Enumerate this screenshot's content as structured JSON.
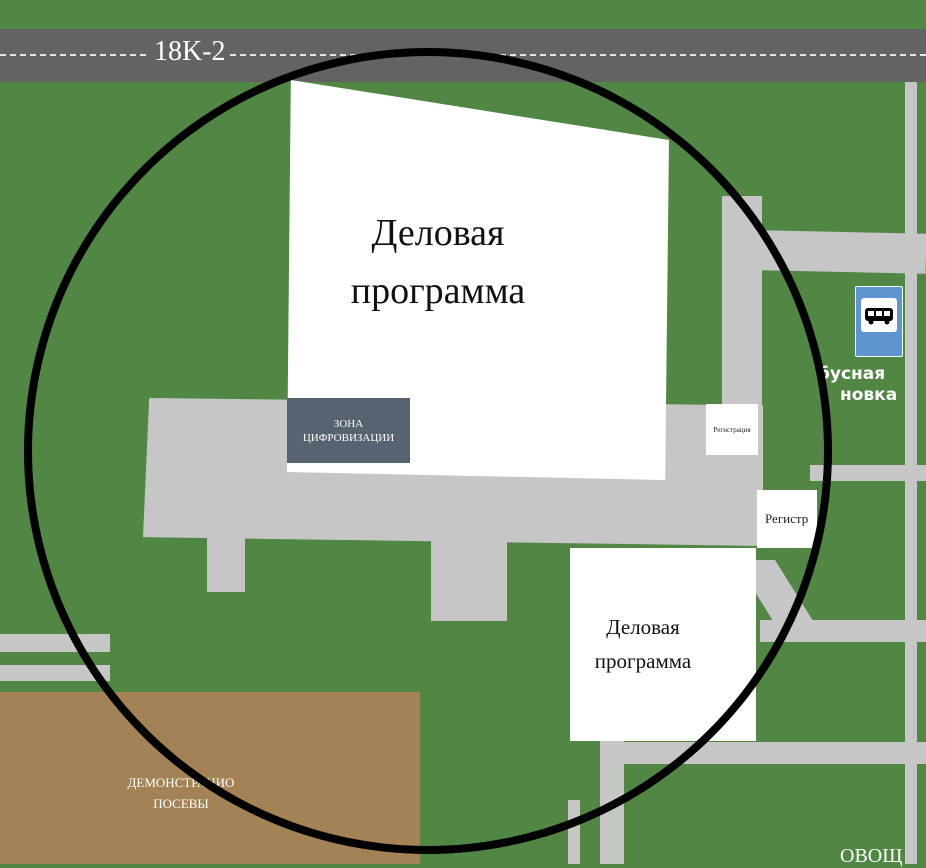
{
  "map": {
    "road_label": "18K-2",
    "zones": {
      "business_main": {
        "line1": "Деловая",
        "line2": "программа"
      },
      "business_secondary": {
        "line1": "Деловая",
        "line2": "программа"
      },
      "digital_zone": {
        "line1": "ЗОНА",
        "line2": "ЦИФРОВИЗАЦИИ"
      },
      "registration_small": "Регистрация",
      "registration_mid": "Регистр"
    },
    "bus_stop": {
      "line1": "бусная",
      "line2": "новка",
      "icon": "bus-icon"
    },
    "field": {
      "line1": "ДЕМОНСТРАЦИО",
      "line2": "ПОСЕВЫ"
    },
    "bottom_right_label": "ОВОЩ"
  },
  "colors": {
    "grass": "#528645",
    "path": "#c6c6c6",
    "road": "#636363",
    "building": "#ffffff",
    "digital_zone": "#576370",
    "bus_stop": "#5e95cf",
    "field": "#a38255",
    "lens_ring": "#000000"
  }
}
